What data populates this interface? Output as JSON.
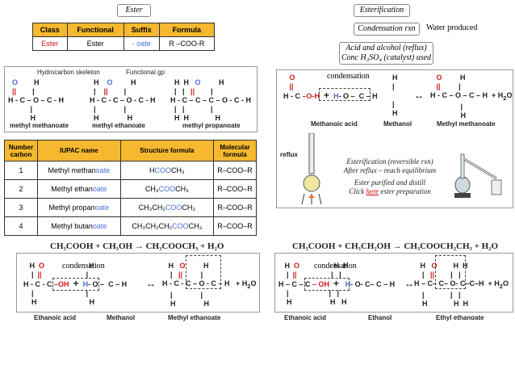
{
  "ester_title": "Ester",
  "esterification_title": "Esterification",
  "ester_table": {
    "headers": [
      "Class",
      "Functional",
      "Suffix",
      "Formula"
    ],
    "row": [
      "Ester",
      "Ester",
      "- oate",
      "R –COO-R"
    ]
  },
  "ester_labels": {
    "skeleton": "Hydrocarbon skeleton",
    "functional_gp": "Functional gp",
    "names": [
      "methyl methanoate",
      "methyl ethanoate",
      "methyl propanoate"
    ]
  },
  "naming_table": {
    "headers": [
      "Number carbon",
      "IUPAC name",
      "Structure formula",
      "Molecular formula"
    ],
    "rows": [
      {
        "n": "1",
        "name_a": "Methyl methan",
        "name_b": "oate",
        "sf_a": "H",
        "sf_b": "COO",
        "sf_c": "CH₃",
        "mf": "R–COO–R"
      },
      {
        "n": "2",
        "name_a": "Methyl ethan",
        "name_b": "oate",
        "sf_a": "CH₃",
        "sf_b": "COO",
        "sf_c": "CH₃",
        "mf": "R–COO–R"
      },
      {
        "n": "3",
        "name_a": "Methyl propan",
        "name_b": "oate",
        "sf_a": "CH₃CH₂",
        "sf_b": "COO",
        "sf_c": "CH₃",
        "mf": "R–COO–R"
      },
      {
        "n": "4",
        "name_a": "Methyl butan",
        "name_b": "oate",
        "sf_a": "CH₃CH₂CH₂",
        "sf_b": "COO",
        "sf_c": "CH₃",
        "mf": "R–COO–R"
      }
    ]
  },
  "esterification": {
    "condensation_rxn": "Condensation rxn",
    "water_produced": "Water produced",
    "conditions_1": "Acid and alcohol (reflux)",
    "conditions_2": "Conc H₂SO₄ (catalyst) used",
    "condensation": "condensation",
    "labels": [
      "Methanoic acid",
      "Methanol",
      "Methyl methanoate"
    ],
    "reflux": "reflux",
    "note_1": "Esterification (reversible rxn)",
    "note_2": "After reflux – reach equilibrium",
    "note_3": "Ester purified and distill",
    "note_4a": "Click ",
    "note_4b": "here",
    "note_4c": " ester preparation"
  },
  "eq_left": "CH₃COOH  + CH₃OH →  CH₃COOCH₃  + H₂O",
  "eq_right": "CH₃COOH  + CH₃CH₂OH →  CH₃COOCH₂CH₃ + H₂O",
  "bottom_left": {
    "condensation": "condensation",
    "labels": [
      "Ethanoic acid",
      "Methanol",
      "Methyl ethanoate"
    ]
  },
  "bottom_right": {
    "condensation": "condensation",
    "labels": [
      "Ethanoic acid",
      "Ethanol",
      "Ethyl ethanoate"
    ]
  }
}
